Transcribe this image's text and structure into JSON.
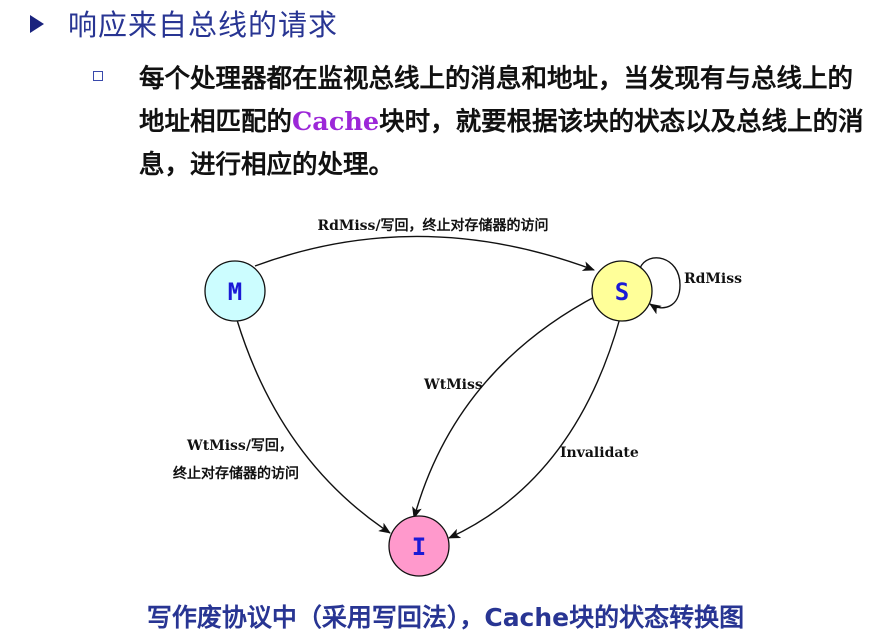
{
  "heading": {
    "text": "响应来自总线的请求"
  },
  "paragraph": {
    "before": "每个处理器都在监视总线上的消息和地址，当发现有与总线上的地址相匹配的",
    "highlight": "Cache",
    "after": "块时，就要根据该块的状态以及总线上的消息，进行相应的处理。"
  },
  "diagram": {
    "nodes": [
      {
        "id": "M",
        "label": "M",
        "color": "#ccfdff"
      },
      {
        "id": "S",
        "label": "S",
        "color": "#ffff99"
      },
      {
        "id": "I",
        "label": "I",
        "color": "#ff99cc"
      }
    ],
    "edges": {
      "m_to_s": "RdMiss/写回，终止对存储器的访问",
      "s_to_s": "RdMiss",
      "s_to_i_wtmiss": "WtMiss",
      "s_to_i_invalidate": "Invalidate",
      "m_to_i_line1": "WtMiss/写回，",
      "m_to_i_line2": "终止对存储器的访问"
    }
  },
  "caption": {
    "text": "写作废协议中（采用写回法），Cache块的状态转换图"
  }
}
